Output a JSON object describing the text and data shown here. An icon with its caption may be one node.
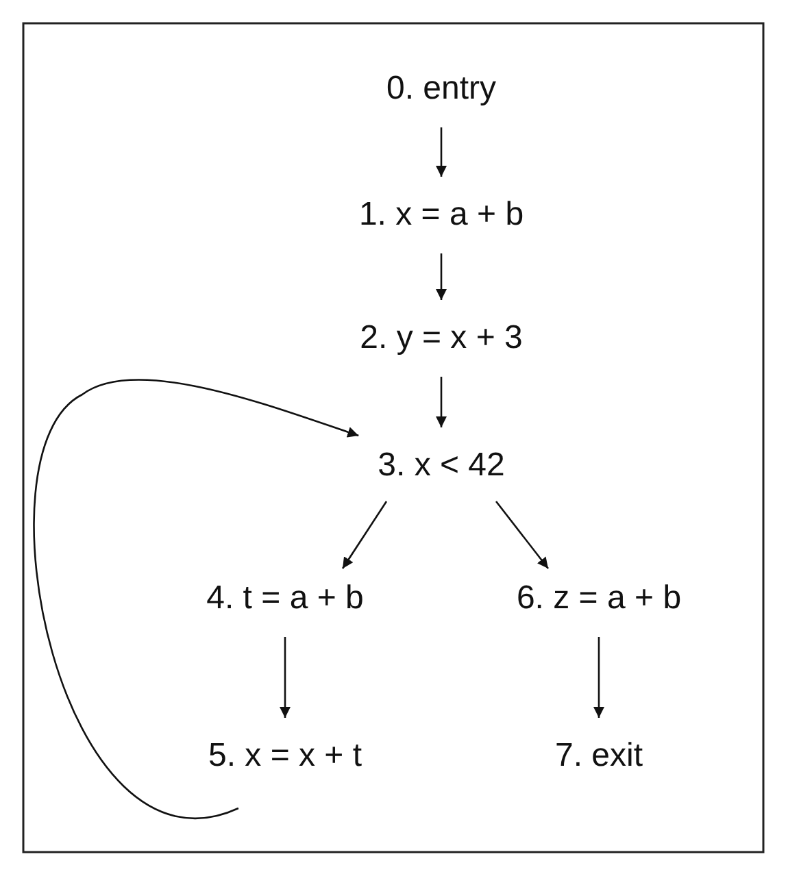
{
  "diagram": {
    "nodes": [
      {
        "text": [
          "0. entry"
        ]
      },
      {
        "text": [
          "1. x = a + b"
        ]
      },
      {
        "text": [
          "2. y = x + 3"
        ]
      },
      {
        "text": [
          "3. x < 42"
        ]
      },
      {
        "text": [
          "4. t = a + b"
        ]
      },
      {
        "text": [
          "5. x = x + t"
        ]
      },
      {
        "text": [
          "6. z = a + b"
        ]
      },
      {
        "text": [
          "7. exit"
        ]
      }
    ],
    "edges": [
      {
        "from": 0,
        "to": 1,
        "arrow": "to"
      },
      {
        "from": 1,
        "to": 2,
        "arrow": "to"
      },
      {
        "from": 2,
        "to": 3,
        "arrow": "to"
      },
      {
        "from": 3,
        "to": 4,
        "arrow": "to"
      },
      {
        "from": 3,
        "to": 6,
        "arrow": "to"
      },
      {
        "from": 4,
        "to": 5,
        "arrow": "to"
      },
      {
        "from": 6,
        "to": 7,
        "arrow": "to"
      },
      {
        "from": 5,
        "to": 3,
        "arrow": "to"
      }
    ]
  }
}
